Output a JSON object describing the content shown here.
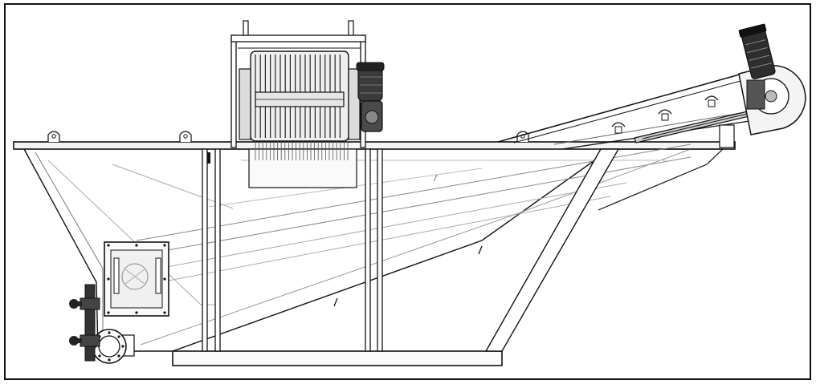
{
  "drawing": {
    "subject": "",
    "colors": {
      "line": "#111111",
      "hidden_line": "#9a9a9a",
      "fill_light": "#f2f2f2",
      "fill_dark": "#2a2a2a",
      "background": "#ffffff"
    },
    "parts": [
      {
        "id": "tank",
        "icon": "hopper-tank-icon"
      },
      {
        "id": "drum-screen",
        "icon": "rotary-drum-screen-icon"
      },
      {
        "id": "drive-motor",
        "icon": "gear-motor-icon"
      },
      {
        "id": "screw-conveyor",
        "icon": "inclined-screw-conveyor-icon"
      },
      {
        "id": "conveyor-motor",
        "icon": "conveyor-motor-icon"
      },
      {
        "id": "inlet-flange",
        "icon": "pipe-flange-icon"
      },
      {
        "id": "inspection-hatch",
        "icon": "inspection-hatch-icon"
      },
      {
        "id": "base-frame",
        "icon": "support-frame-icon"
      },
      {
        "id": "valves",
        "icon": "valve-icon"
      }
    ]
  }
}
